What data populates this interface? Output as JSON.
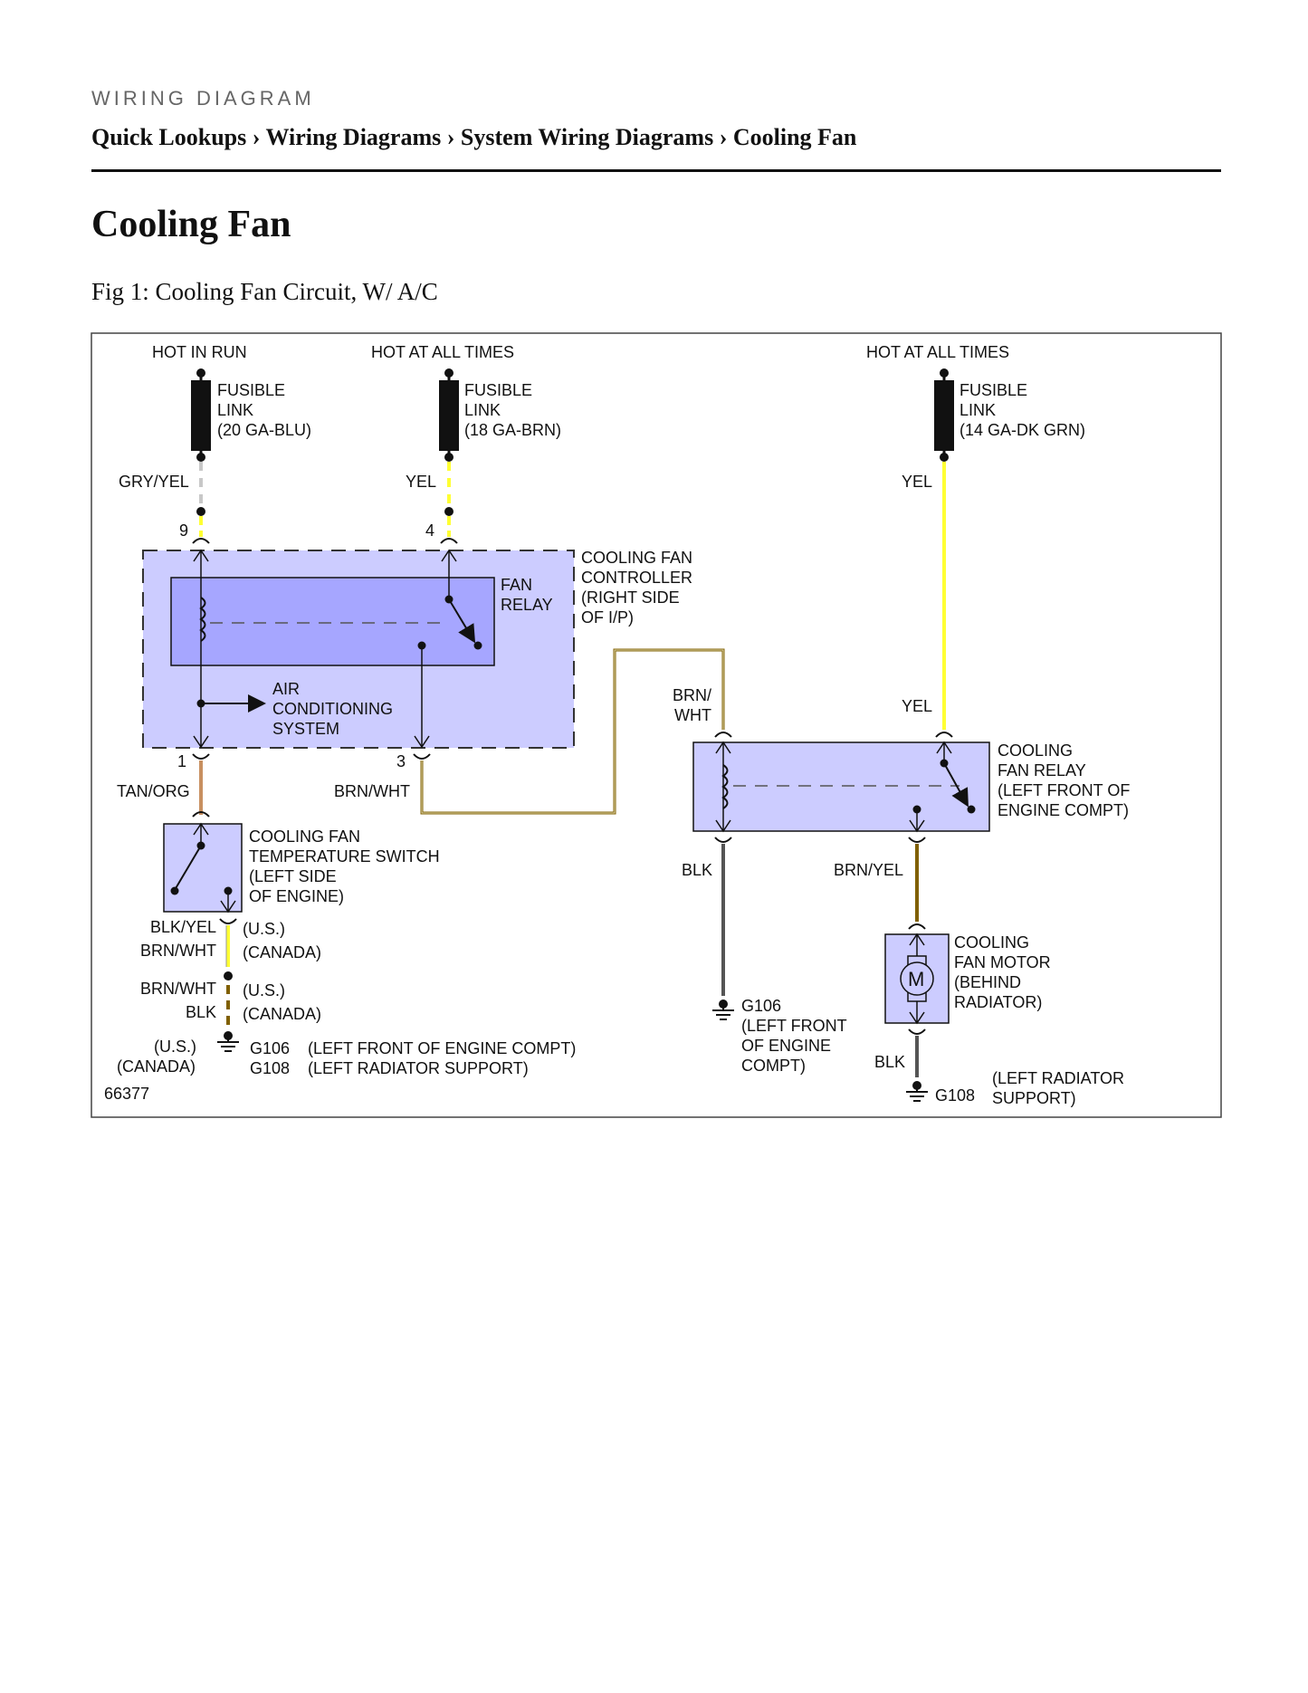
{
  "header": {
    "eyebrow": "WIRING DIAGRAM",
    "breadcrumb": [
      "Quick Lookups",
      "Wiring Diagrams",
      "System Wiring Diagrams",
      "Cooling Fan"
    ],
    "separator": "›"
  },
  "page_title": "Cooling Fan",
  "figure_caption": "Fig 1: Cooling Fan Circuit, W/ A/C",
  "colors": {
    "component_fill": "#ccccff",
    "relay_fill": "#a6a6ff",
    "wire_gry_yel": "#c8c8c8",
    "wire_yel": "#ffff33",
    "wire_brn": "#806000",
    "wire_tan_org": "#c89060",
    "wire_blk": "#555555"
  },
  "diagram": {
    "power": {
      "hot_in_run": "HOT IN RUN",
      "hot_at_all_times_1": "HOT AT ALL TIMES",
      "hot_at_all_times_2": "HOT AT ALL TIMES"
    },
    "fusible_links": [
      [
        "FUSIBLE",
        "LINK",
        "(20 GA-BLU)"
      ],
      [
        "FUSIBLE",
        "LINK",
        "(18 GA-BRN)"
      ],
      [
        "FUSIBLE",
        "LINK",
        "(14 GA-DK GRN)"
      ]
    ],
    "wires": {
      "gry_yel": "GRY/YEL",
      "yel_1": "YEL",
      "yel_2": "YEL",
      "yel_3": "YEL",
      "tan_org": "TAN/ORG",
      "brn_wht_1": "BRN/WHT",
      "brn_wht_2": [
        "BRN/",
        "WHT"
      ],
      "blk_1": "BLK",
      "brn_yel": "BRN/YEL",
      "blk_2": "BLK",
      "blk_yel_us": "BLK/YEL",
      "brn_wht_canada": "BRN/WHT",
      "brn_wht_us": "BRN/WHT",
      "blk_canada": "BLK"
    },
    "pins": {
      "p9": "9",
      "p4": "4",
      "p1": "1",
      "p3": "3"
    },
    "controller": [
      "COOLING FAN",
      "CONTROLLER",
      "(RIGHT SIDE",
      "OF I/P)"
    ],
    "fan_relay": [
      "FAN",
      "RELAY"
    ],
    "ac_system": [
      "AIR",
      "CONDITIONING",
      "SYSTEM"
    ],
    "temp_switch": [
      "COOLING FAN",
      "TEMPERATURE SWITCH",
      "(LEFT SIDE",
      "OF ENGINE)"
    ],
    "cooling_fan_relay": [
      "COOLING",
      "FAN RELAY",
      "(LEFT FRONT OF",
      "ENGINE COMPT)"
    ],
    "fan_motor": [
      "COOLING",
      "FAN MOTOR",
      "(BEHIND",
      "RADIATOR)"
    ],
    "motor_symbol": "M",
    "variants": {
      "us_1": "(U.S.)",
      "canada_1": "(CANADA)",
      "us_2": "(U.S.)",
      "canada_2": "(CANADA)",
      "us_3": "(U.S.)",
      "canada_3": "(CANADA)"
    },
    "grounds": {
      "g106_left": "G106",
      "g108_left": "G108",
      "g106_left_desc": "(LEFT FRONT OF ENGINE COMPT)",
      "g108_left_desc": "(LEFT RADIATOR SUPPORT)",
      "g106_mid": "G106",
      "g106_mid_desc": [
        "(LEFT FRONT",
        "OF ENGINE",
        "COMPT)"
      ],
      "g108_right": "G108",
      "g108_right_desc": [
        "(LEFT RADIATOR",
        "SUPPORT)"
      ]
    },
    "figure_id": "66377"
  }
}
